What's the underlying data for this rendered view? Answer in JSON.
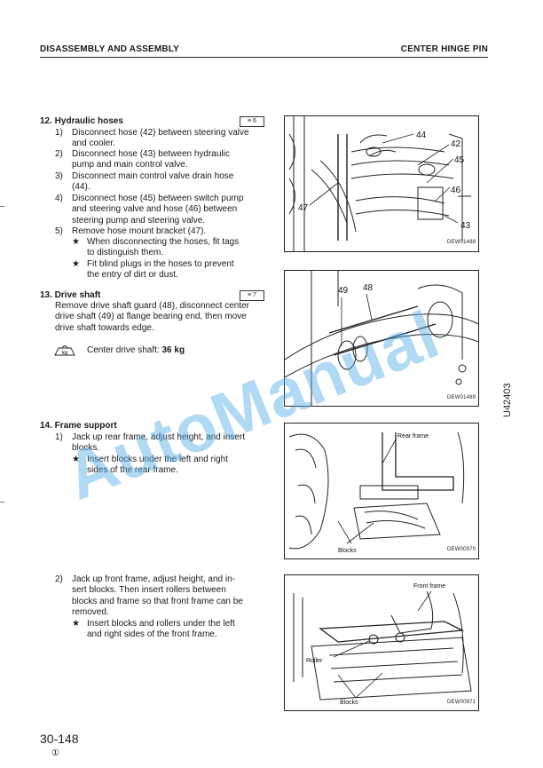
{
  "header": {
    "left": "DISASSEMBLY AND ASSEMBLY",
    "right": "CENTER HINGE PIN"
  },
  "sections": {
    "hydraulic": {
      "title": "12. Hydraulic hoses",
      "ref": "≡ 6",
      "items": [
        {
          "num": "1)",
          "lines": [
            "Disconnect hose (42) between steering valve",
            "and cooler."
          ]
        },
        {
          "num": "2)",
          "lines": [
            "Disconnect hose (43) between hydraulic",
            "pump and main control valve."
          ]
        },
        {
          "num": "3)",
          "lines": [
            "Disconnect main control valve drain hose",
            "(44)."
          ]
        },
        {
          "num": "4)",
          "lines": [
            "Disconnect hose (45) between switch pump",
            "and steering valve and hose (46) between",
            "steering pump and steering valve."
          ]
        },
        {
          "num": "5)",
          "lines": [
            "Remove hose mount bracket (47)."
          ]
        }
      ],
      "notes": [
        {
          "star": "★",
          "lines": [
            "When disconnecting the hoses, fit tags",
            "to distinguish them."
          ]
        },
        {
          "star": "★",
          "lines": [
            "Fit blind plugs in the hoses to prevent",
            "the entry of dirt or dust."
          ]
        }
      ]
    },
    "drive": {
      "title": "13. Drive shaft",
      "ref": "≡ 7",
      "lines": [
        "Remove drive shaft guard (48), disconnect center",
        "drive shaft (49) at flange bearing end, then move",
        "drive shaft towards edge."
      ],
      "weight_label": "Center drive shaft: ",
      "weight_value": "36 kg",
      "kg_icon": "kg"
    },
    "frame": {
      "title": "14. Frame support",
      "step1": {
        "num": "1)",
        "lines": [
          "Jack up rear frame, adjust height, and insert",
          "blocks."
        ]
      },
      "step1_note": {
        "star": "★",
        "lines": [
          "Insert blocks under the left and right",
          "sides of the rear frame."
        ]
      },
      "step2": {
        "num": "2)",
        "lines": [
          "Jack up front frame, adjust height, and in-",
          "sert blocks. Then insert rollers between",
          "blocks and frame so that front frame can be",
          "removed."
        ]
      },
      "step2_note": {
        "star": "★",
        "lines": [
          "Insert blocks and rollers under the left",
          "and right sides of the front frame."
        ]
      }
    }
  },
  "figures": {
    "fig1": {
      "labels": [
        "44",
        "42",
        "45",
        "46",
        "47",
        "43"
      ],
      "caption": "DEW01488"
    },
    "fig2": {
      "labels": [
        "49",
        "48"
      ],
      "caption": "DEW01489"
    },
    "fig3": {
      "labels": [
        "Rear frame",
        "Blocks"
      ],
      "caption": "DEW00970"
    },
    "fig4": {
      "labels": [
        "Front frame",
        "Roller",
        "Blocks"
      ],
      "caption": "DEW00971"
    }
  },
  "side_code": "U42403",
  "watermark": "AutoManual",
  "page": {
    "number": "30-148",
    "sub": "①"
  }
}
